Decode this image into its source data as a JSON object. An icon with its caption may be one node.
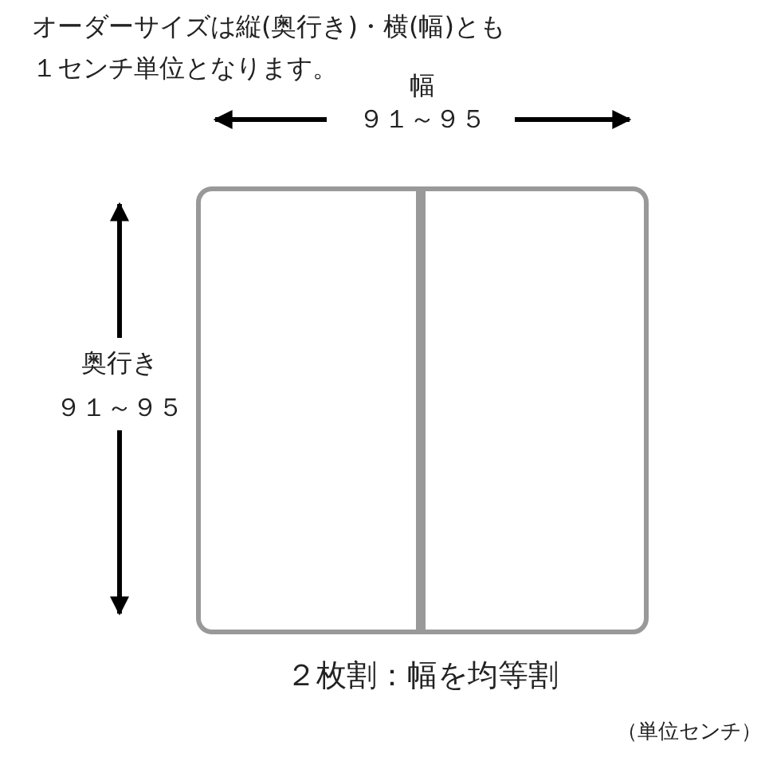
{
  "diagram": {
    "nodes": [
      {
        "text": [],
        "shape": "box"
      },
      {
        "text": [],
        "shape": "box"
      }
    ],
    "edges": [],
    "labels": [
      "オーダーサイズは縦(奥行き)・横(幅)とも１センチ単位となります。",
      "幅",
      "９１～９５",
      "奥行き",
      "９１～９５",
      "２枚割：幅を均等割",
      "（単位センチ）"
    ]
  }
}
